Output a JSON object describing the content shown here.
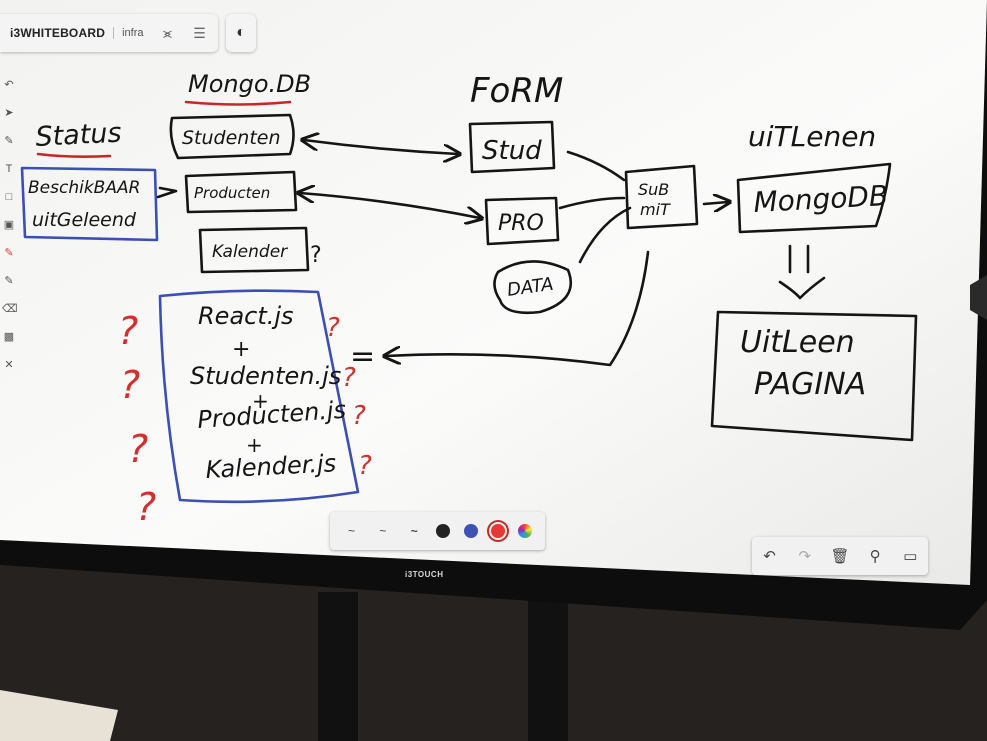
{
  "app": {
    "brand": "i3WHITEBOARD",
    "board_name": "infra",
    "toolbar_icons": [
      "share-icon",
      "menu-icon"
    ],
    "theme_icon": "contrast-icon",
    "sidebar_tools": [
      "undo-tool-icon",
      "pointer-icon",
      "pen-icon",
      "text-icon",
      "shape-icon",
      "image-icon",
      "red-pen-icon",
      "black-pen-icon",
      "eraser-icon",
      "screen-icon",
      "lasso-icon"
    ]
  },
  "drawing": {
    "status": {
      "heading": "Status",
      "line1": "BeschikBAAR",
      "line2": "uitGeleend"
    },
    "mongo": {
      "heading": "Mongo.DB",
      "items": [
        "Studenten",
        "Producten",
        "Kalender"
      ],
      "question": "?"
    },
    "form": {
      "heading": "FoRM",
      "items": [
        "Stud",
        "PRO",
        "DATA"
      ]
    },
    "submit": {
      "line1": "SuB",
      "line2": "miT"
    },
    "uitlenen": {
      "heading": "uiTLenen",
      "db": "MongoDB",
      "page_line1": "UitLeen",
      "page_line2": "PAGINA"
    },
    "react": {
      "lines": [
        "React.js",
        "+",
        "Studenten.js",
        "+",
        "Producten.js",
        "+",
        "Kalender.js"
      ]
    },
    "questions": "?",
    "equals": "="
  },
  "pen_toolbar": {
    "strokes": [
      "~",
      "~",
      "~"
    ],
    "colors": [
      "#222222",
      "#3f51b5",
      "#e53935"
    ],
    "selected_color": "#e53935"
  },
  "actions": [
    "undo-icon",
    "redo-icon",
    "clear-icon",
    "pin-icon",
    "layers-icon"
  ],
  "bezel_brand": "i3TOUCH"
}
